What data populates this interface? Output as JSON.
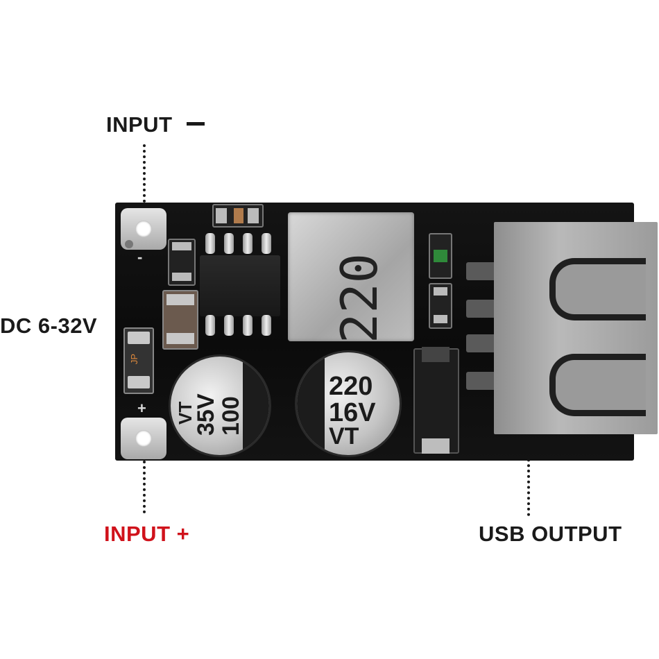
{
  "labels": {
    "input_minus": "INPUT",
    "input_plus": "INPUT +",
    "dc_range": "DC 6-32V",
    "usb_output": "USB OUTPUT"
  },
  "board": {
    "silk_minus": "-",
    "silk_plus": "+",
    "inductor_marking": "220",
    "cap_left": [
      "100",
      "35V",
      "VT"
    ],
    "cap_right": [
      "220",
      "16V",
      "VT"
    ],
    "jp_marking": "JP"
  },
  "colors": {
    "label_dark": "#1a1a1a",
    "label_red": "#d0121b"
  }
}
